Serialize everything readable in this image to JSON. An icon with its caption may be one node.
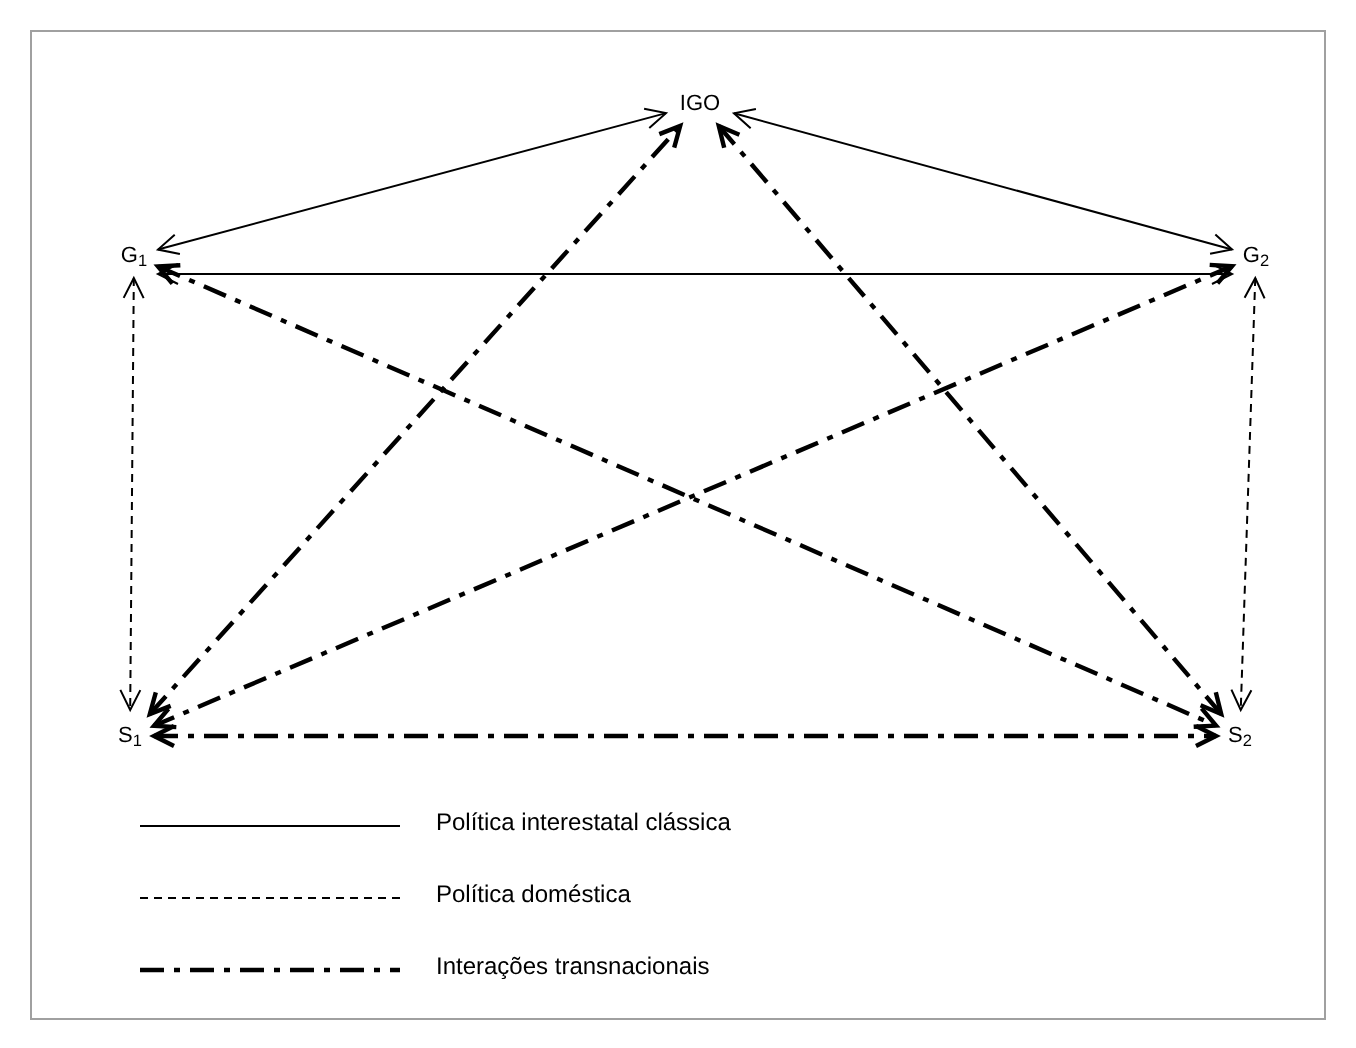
{
  "diagram": {
    "nodes": [
      {
        "text": [
          "IGO"
        ]
      },
      {
        "text": [
          "G$_{1}$"
        ]
      },
      {
        "text": [
          "G$_{2}$"
        ]
      },
      {
        "text": [
          "S$_{1}$"
        ]
      },
      {
        "text": [
          "S$_{2}$"
        ]
      }
    ],
    "edges": [
      {
        "from": 1,
        "to": 0,
        "arrow": "both"
      },
      {
        "from": 0,
        "to": 2,
        "arrow": "both"
      },
      {
        "from": 1,
        "to": 2,
        "arrow": "both"
      },
      {
        "from": 1,
        "to": 3,
        "arrow": "both",
        "style": "dashed"
      },
      {
        "from": 2,
        "to": 4,
        "arrow": "both",
        "style": "dashed"
      },
      {
        "from": 3,
        "to": 0,
        "arrow": "both",
        "style": "dashed"
      },
      {
        "from": 0,
        "to": 4,
        "arrow": "both",
        "style": "dashed"
      },
      {
        "from": 1,
        "to": 4,
        "arrow": "both",
        "style": "dashed"
      },
      {
        "from": 2,
        "to": 3,
        "arrow": "both",
        "style": "dashed"
      },
      {
        "from": 3,
        "to": 4,
        "arrow": "both",
        "style": "dashed"
      }
    ],
    "legend": [
      {
        "text": "Política interestatal clássica"
      },
      {
        "text": "Política doméstica"
      },
      {
        "text": "Interações transnacionais"
      }
    ]
  }
}
